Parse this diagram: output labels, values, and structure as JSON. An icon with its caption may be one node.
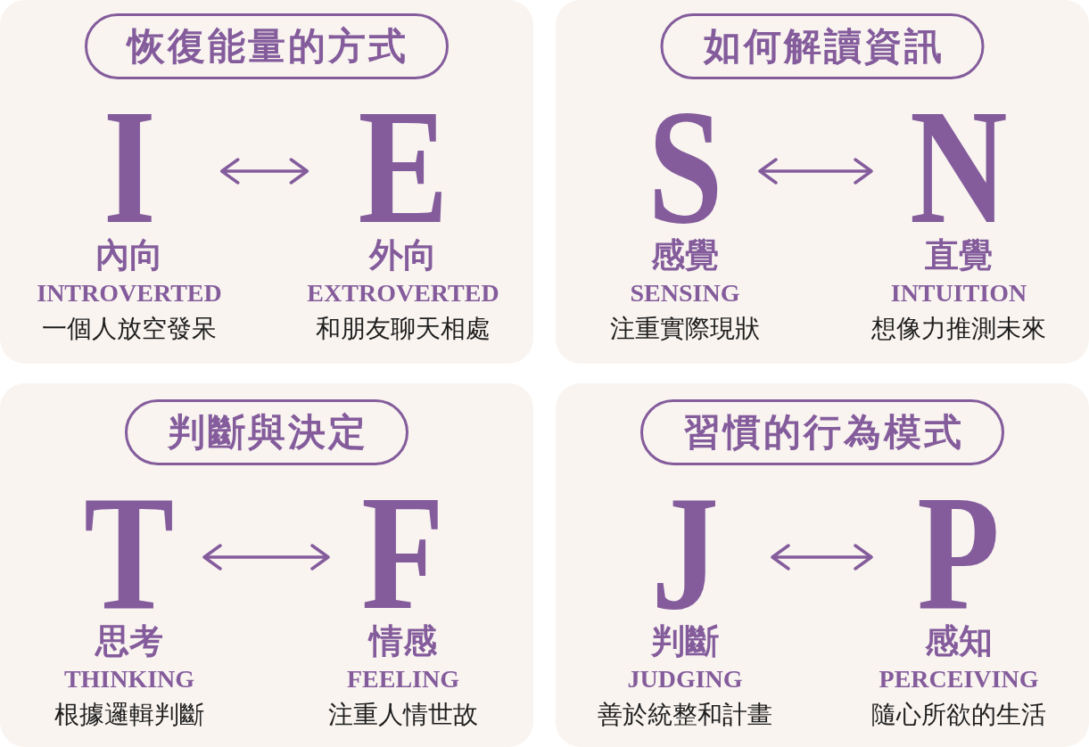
{
  "diagram": {
    "nodes": [
      {
        "text": [],
        "shape": "box"
      },
      {
        "text": [
          "恢復能量的方式"
        ],
        "in": 0
      },
      {
        "text": [
          "I",
          "內向",
          "INTROVERTED",
          "一個人放空發呆"
        ],
        "in": 0
      },
      {
        "text": [
          "E",
          "外向",
          "EXTROVERTED",
          "和朋友聊天相處"
        ],
        "in": 0
      },
      {
        "text": [],
        "shape": "box"
      },
      {
        "text": [
          "如何解讀資訊"
        ],
        "in": 4
      },
      {
        "text": [
          "S",
          "感覺",
          "SENSING",
          "注重實際現狀"
        ],
        "in": 4
      },
      {
        "text": [
          "N",
          "直覺",
          "INTUITION",
          "想像力推測未來"
        ],
        "in": 4
      },
      {
        "text": [],
        "shape": "box"
      },
      {
        "text": [
          "判斷與決定"
        ],
        "in": 8
      },
      {
        "text": [
          "T",
          "思考",
          "THINKING",
          "根據邏輯判斷"
        ],
        "in": 8
      },
      {
        "text": [
          "F",
          "情感",
          "FEELING",
          "注重人情世故"
        ],
        "in": 8
      },
      {
        "text": [],
        "shape": "box"
      },
      {
        "text": [
          "習慣的行為模式"
        ],
        "in": 12
      },
      {
        "text": [
          "J",
          "判斷",
          "JUDGING",
          "善於統整和計畫"
        ],
        "in": 12
      },
      {
        "text": [
          "P",
          "感知",
          "PERCEIVING",
          "隨心所欲的生活"
        ],
        "in": 12
      }
    ],
    "edges": [
      {
        "from": 2,
        "to": 3,
        "arrow": "both"
      },
      {
        "from": 6,
        "to": 7,
        "arrow": "both"
      },
      {
        "from": 10,
        "to": 11,
        "arrow": "both"
      },
      {
        "from": 14,
        "to": 15,
        "arrow": "both"
      }
    ]
  }
}
